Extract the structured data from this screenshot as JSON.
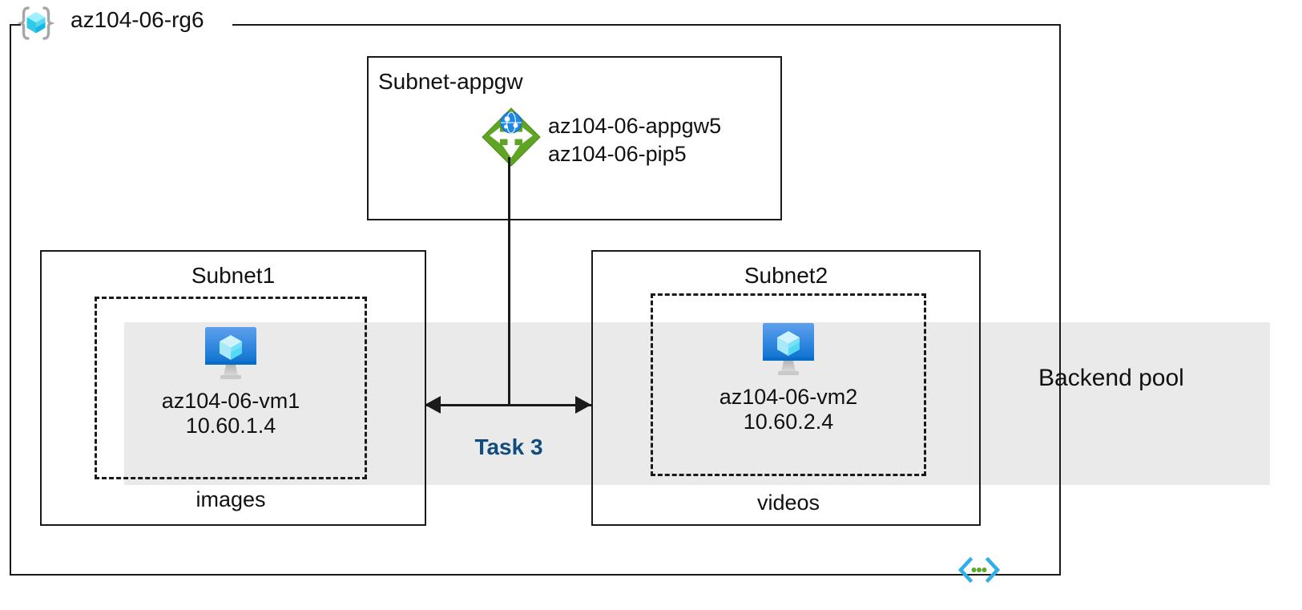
{
  "diagram": {
    "title": "az104-06-rg6",
    "resource_group": {
      "name": "az104-06-rg6",
      "icon": "resource-group-cube-icon"
    },
    "subnets": [
      {
        "id": "subnet-appgw",
        "label": "Subnet-appgw",
        "resources": [
          {
            "icon": "application-gateway-icon",
            "names": [
              "az104-06-appgw5",
              "az104-06-pip5"
            ]
          }
        ]
      },
      {
        "id": "subnet1",
        "label": "Subnet1",
        "caption": "images",
        "vm": {
          "icon": "virtual-machine-icon",
          "name": "az104-06-vm1",
          "ip": "10.60.1.4"
        }
      },
      {
        "id": "subnet2",
        "label": "Subnet2",
        "caption": "videos",
        "vm": {
          "icon": "virtual-machine-icon",
          "name": "az104-06-vm2",
          "ip": "10.60.2.4"
        }
      }
    ],
    "backend_pool": {
      "label": "Backend pool"
    },
    "annotations": [
      {
        "id": "task-3",
        "label": "Task 3",
        "color": "#104C7E"
      }
    ],
    "footer_icon": {
      "name": "code-brackets-icon",
      "bracket_color": "#29A8E0",
      "dot_color": "#5EA92B"
    },
    "colors": {
      "band": "#eaeaea",
      "stroke": "#1a1a1a",
      "appgw_green": "#5FA423",
      "appgw_globe_blue": "#1E88E5",
      "vm_blue_top": "#5EA0EE",
      "vm_blue_bottom": "#0A70D0",
      "rg_cube_cyan": "#50E6FF",
      "task_blue": "#104C7E"
    }
  }
}
